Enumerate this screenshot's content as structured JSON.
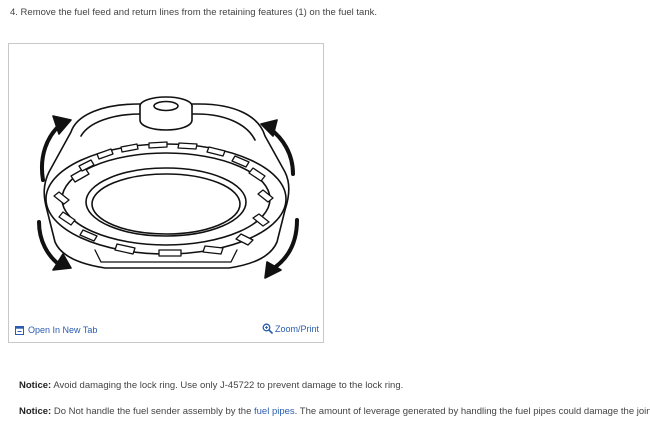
{
  "step": {
    "text": "4. Remove the fuel feed and return lines from the retaining features (1) on the fuel tank."
  },
  "figure": {
    "open_tab_label": "Open In New Tab",
    "zoom_label": "Zoom/Print",
    "accent_color": "#2a5db0"
  },
  "notices": [
    {
      "label": "Notice:",
      "text": " Avoid damaging the lock ring. Use only J-45722 to prevent damage to the lock ring."
    },
    {
      "label": "Notice:",
      "text_before": " Do Not handle the fuel sender assembly by the ",
      "link_text": "fuel pipes",
      "text_after": ". The amount of leverage generated by handling the fuel pipes could damage the joints."
    }
  ]
}
